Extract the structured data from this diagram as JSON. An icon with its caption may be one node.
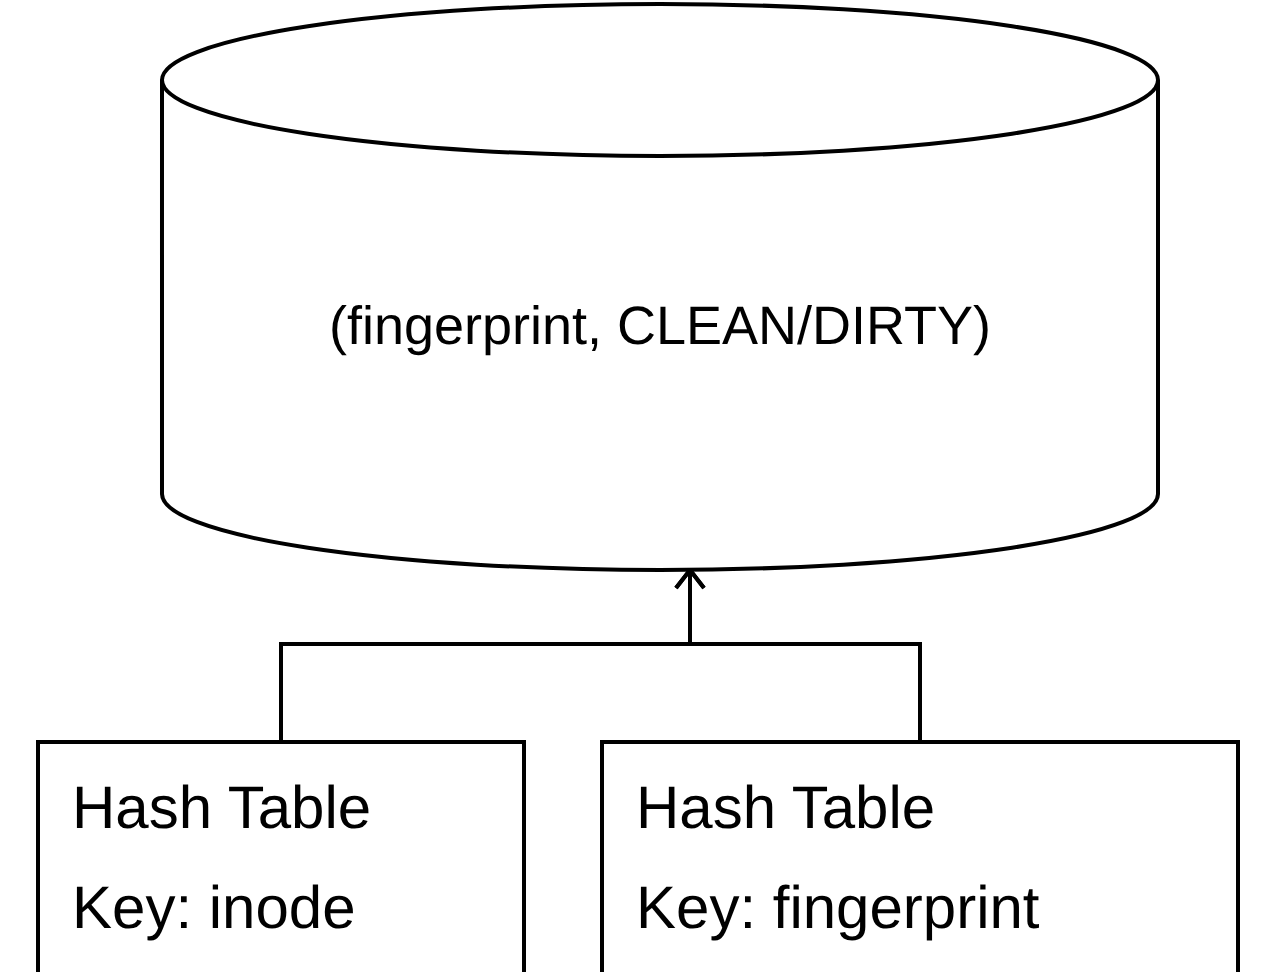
{
  "diagram": {
    "nodes": [
      {
        "text": [
          "(fingerprint, CLEAN/DIRTY)"
        ]
      },
      {
        "text": [
          "Hash Table",
          "Key: inode"
        ]
      },
      {
        "text": [
          "Hash Table",
          "Key: fingerprint"
        ]
      }
    ],
    "edges": [
      {
        "from": 1,
        "to": 0,
        "arrow": "to"
      },
      {
        "from": 2,
        "to": 0,
        "arrow": "to"
      }
    ]
  }
}
